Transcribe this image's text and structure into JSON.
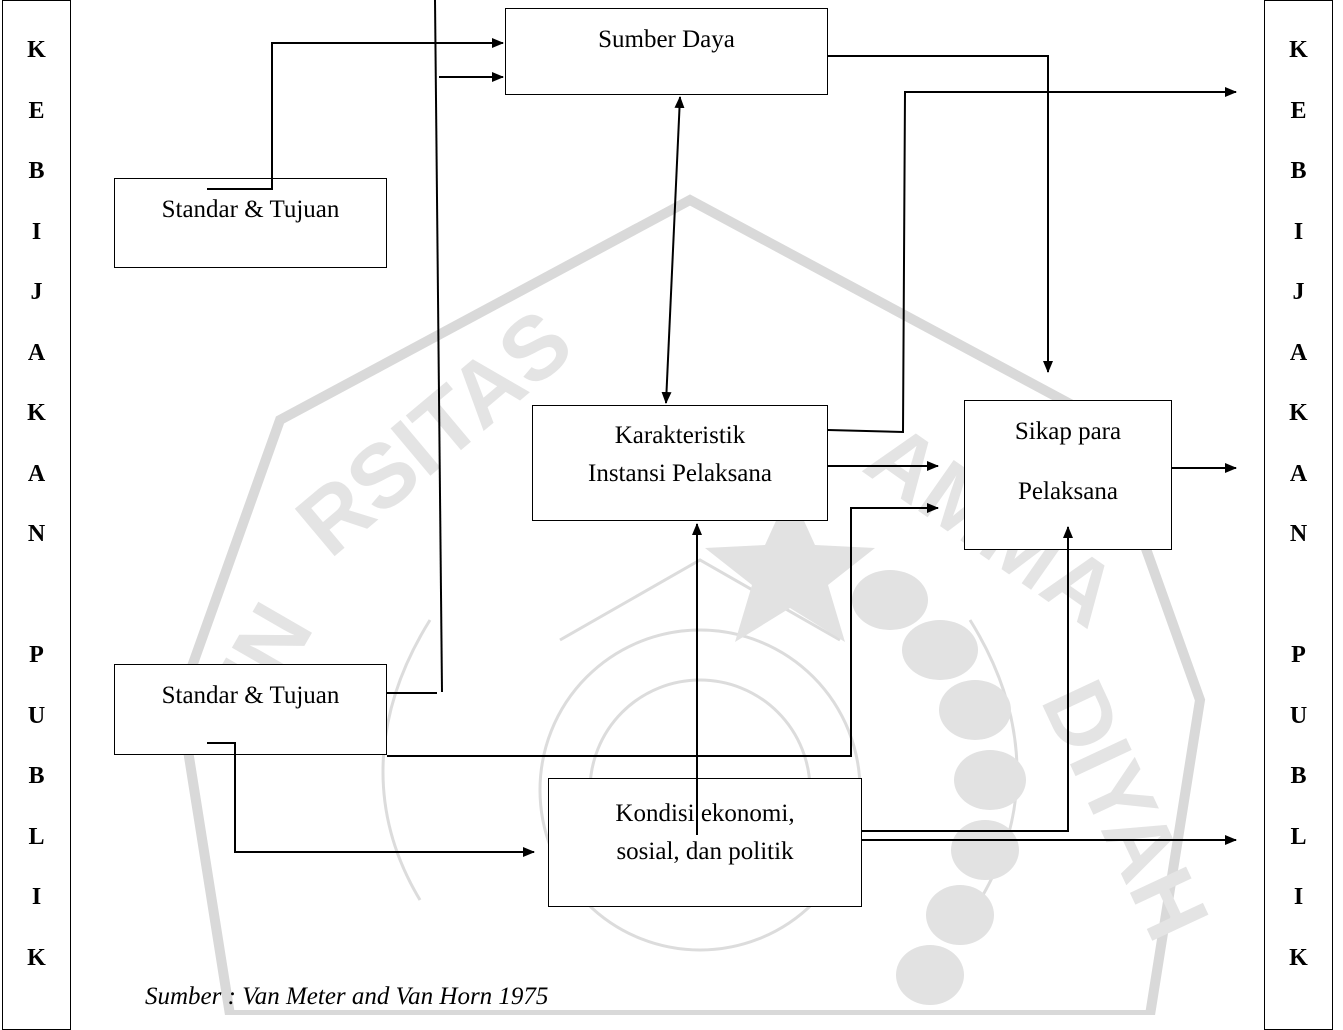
{
  "side_text_left": [
    "K",
    "E",
    "B",
    "I",
    "J",
    "A",
    "K",
    "A",
    "N",
    "",
    "P",
    "U",
    "B",
    "L",
    "I",
    "K"
  ],
  "side_text_right": [
    "K",
    "E",
    "B",
    "I",
    "J",
    "A",
    "K",
    "A",
    "N",
    "",
    "P",
    "U",
    "B",
    "L",
    "I",
    "K"
  ],
  "boxes": {
    "sumber_daya": "Sumber Daya",
    "standar_tujuan_top": "Standar & Tujuan",
    "standar_tujuan_bottom": "Standar & Tujuan",
    "karakteristik_line1": "Karakteristik",
    "karakteristik_line2": "Instansi Pelaksana",
    "sikap_line1": "Sikap para",
    "sikap_line2": "Pelaksana",
    "kondisi_line1": "Kondisi ekonomi,",
    "kondisi_line2": "sosial, dan politik"
  },
  "caption": "Sumber : Van Meter and Van Horn 1975",
  "colors": {
    "line": "#000000",
    "watermark": "#d9d9d9"
  }
}
